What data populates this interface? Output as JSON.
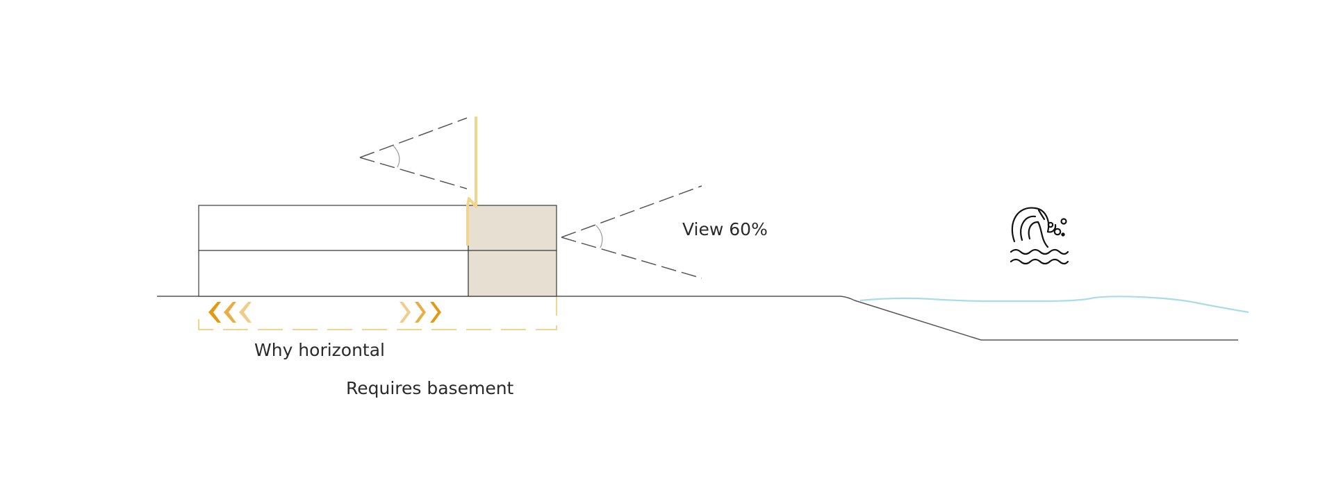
{
  "labels": {
    "view": "View 60%",
    "horizontal": "Why horizontal",
    "basement": "Requires basement"
  },
  "icons": {
    "flood": "flood-wave-icon",
    "expand_left": "chevrons-left-icon",
    "expand_right": "chevrons-right-icon"
  },
  "colors": {
    "line": "#3a3a3a",
    "dashed_line": "#555555",
    "accent": "#f3d48c",
    "chevron_dark": "#e39a12",
    "chevron_light": "#f0cd8a",
    "shaded_block": "#e8dfd3",
    "water": "#a8dde6"
  }
}
